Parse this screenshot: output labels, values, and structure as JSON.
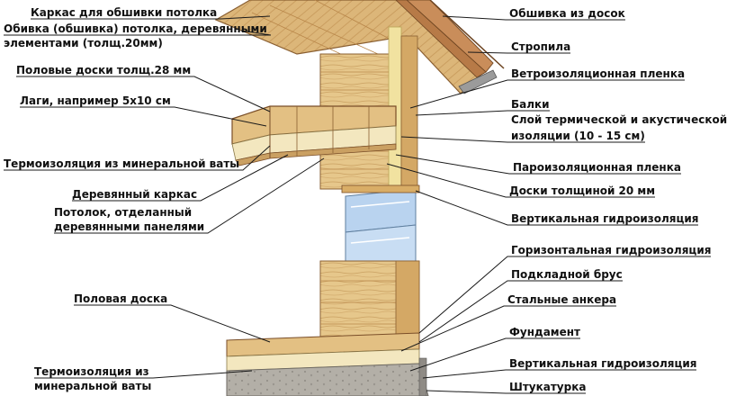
{
  "labels": {
    "ceiling_frame": "Каркас для обшивки потолка",
    "ceiling_cladding_1": "Обивка (обшивка) потолка, деревянными",
    "ceiling_cladding_2": "элементами (толщ.20мм)",
    "floor_boards": "Половые доски толщ.28 мм",
    "joists": "Лаги, например 5х10 см",
    "mineral_wool_upper": "Термоизоляция из минеральной ваты",
    "wooden_frame": "Деревянный каркас",
    "panel_ceiling_1": "Потолок, отделанный",
    "panel_ceiling_2": "деревянными панелями",
    "floor_board": "Половая доска",
    "mineral_wool_lower_1": "Термоизоляция из",
    "mineral_wool_lower_2": "минеральной ваты",
    "board_cladding": "Обшивка из досок",
    "rafters": "Стропила",
    "wind_membrane": "Ветроизоляционная пленка",
    "beams": "Балки",
    "thermal_acoustic_1": "Слой термической и акустической",
    "thermal_acoustic_2": "изоляции (10 - 15 см)",
    "vapor_barrier": "Пароизоляционная пленка",
    "boards_20mm": "Доски толщиной 20 мм",
    "vertical_waterproofing_upper": "Вертикальная гидроизоляция",
    "horizontal_waterproofing": "Горизонтальная гидроизоляция",
    "sill_beam": "Подкладной брус",
    "steel_anchors": "Стальные анкера",
    "foundation": "Фундамент",
    "vertical_waterproofing_lower": "Вертикальная гидроизоляция",
    "plaster": "Штукатурка"
  },
  "colors": {
    "wood_light": "#e8c98a",
    "wood_mid": "#d9ad66",
    "wood_dark": "#b9874a",
    "membrane_yellow": "#f1e2a0",
    "glass_blue": "#b9d3ef",
    "foundation_grey": "#a7a39c",
    "roof_tile": "#c98d5a",
    "leader_line": "#1a1a1a"
  }
}
